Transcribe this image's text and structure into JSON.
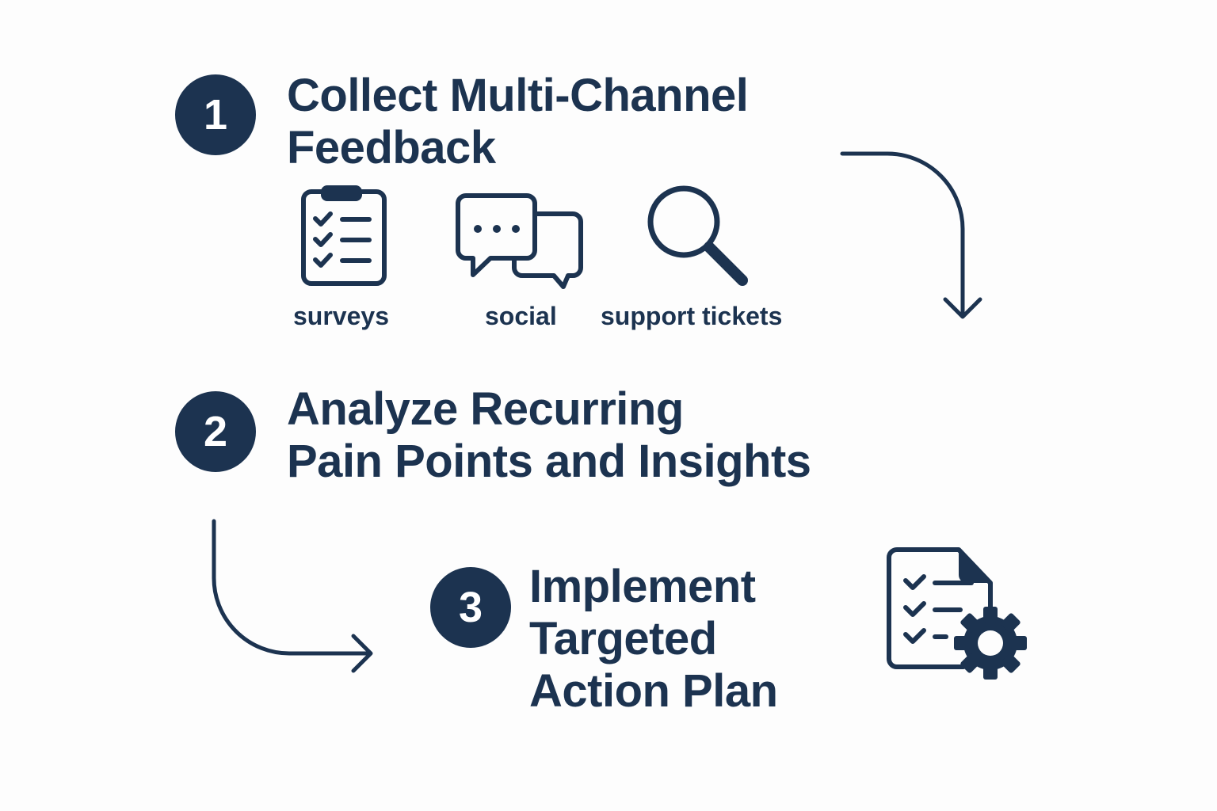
{
  "steps": [
    {
      "number": "1",
      "title_lines": [
        "Collect Multi-Channel",
        "Feedback"
      ],
      "channels": [
        {
          "label": "surveys",
          "icon": "clipboard-checklist-icon"
        },
        {
          "label": "social",
          "icon": "chat-bubbles-icon"
        },
        {
          "label": "support tickets",
          "icon": "magnifying-glass-icon"
        }
      ]
    },
    {
      "number": "2",
      "title_lines": [
        "Analyze Recurring",
        "Pain Points and Insights"
      ]
    },
    {
      "number": "3",
      "title_lines": [
        "Implement",
        "Targeted",
        "Action Plan"
      ],
      "icon": "document-settings-icon"
    }
  ],
  "colors": {
    "primary": "#1c3350",
    "background": "#fdfdfd"
  }
}
